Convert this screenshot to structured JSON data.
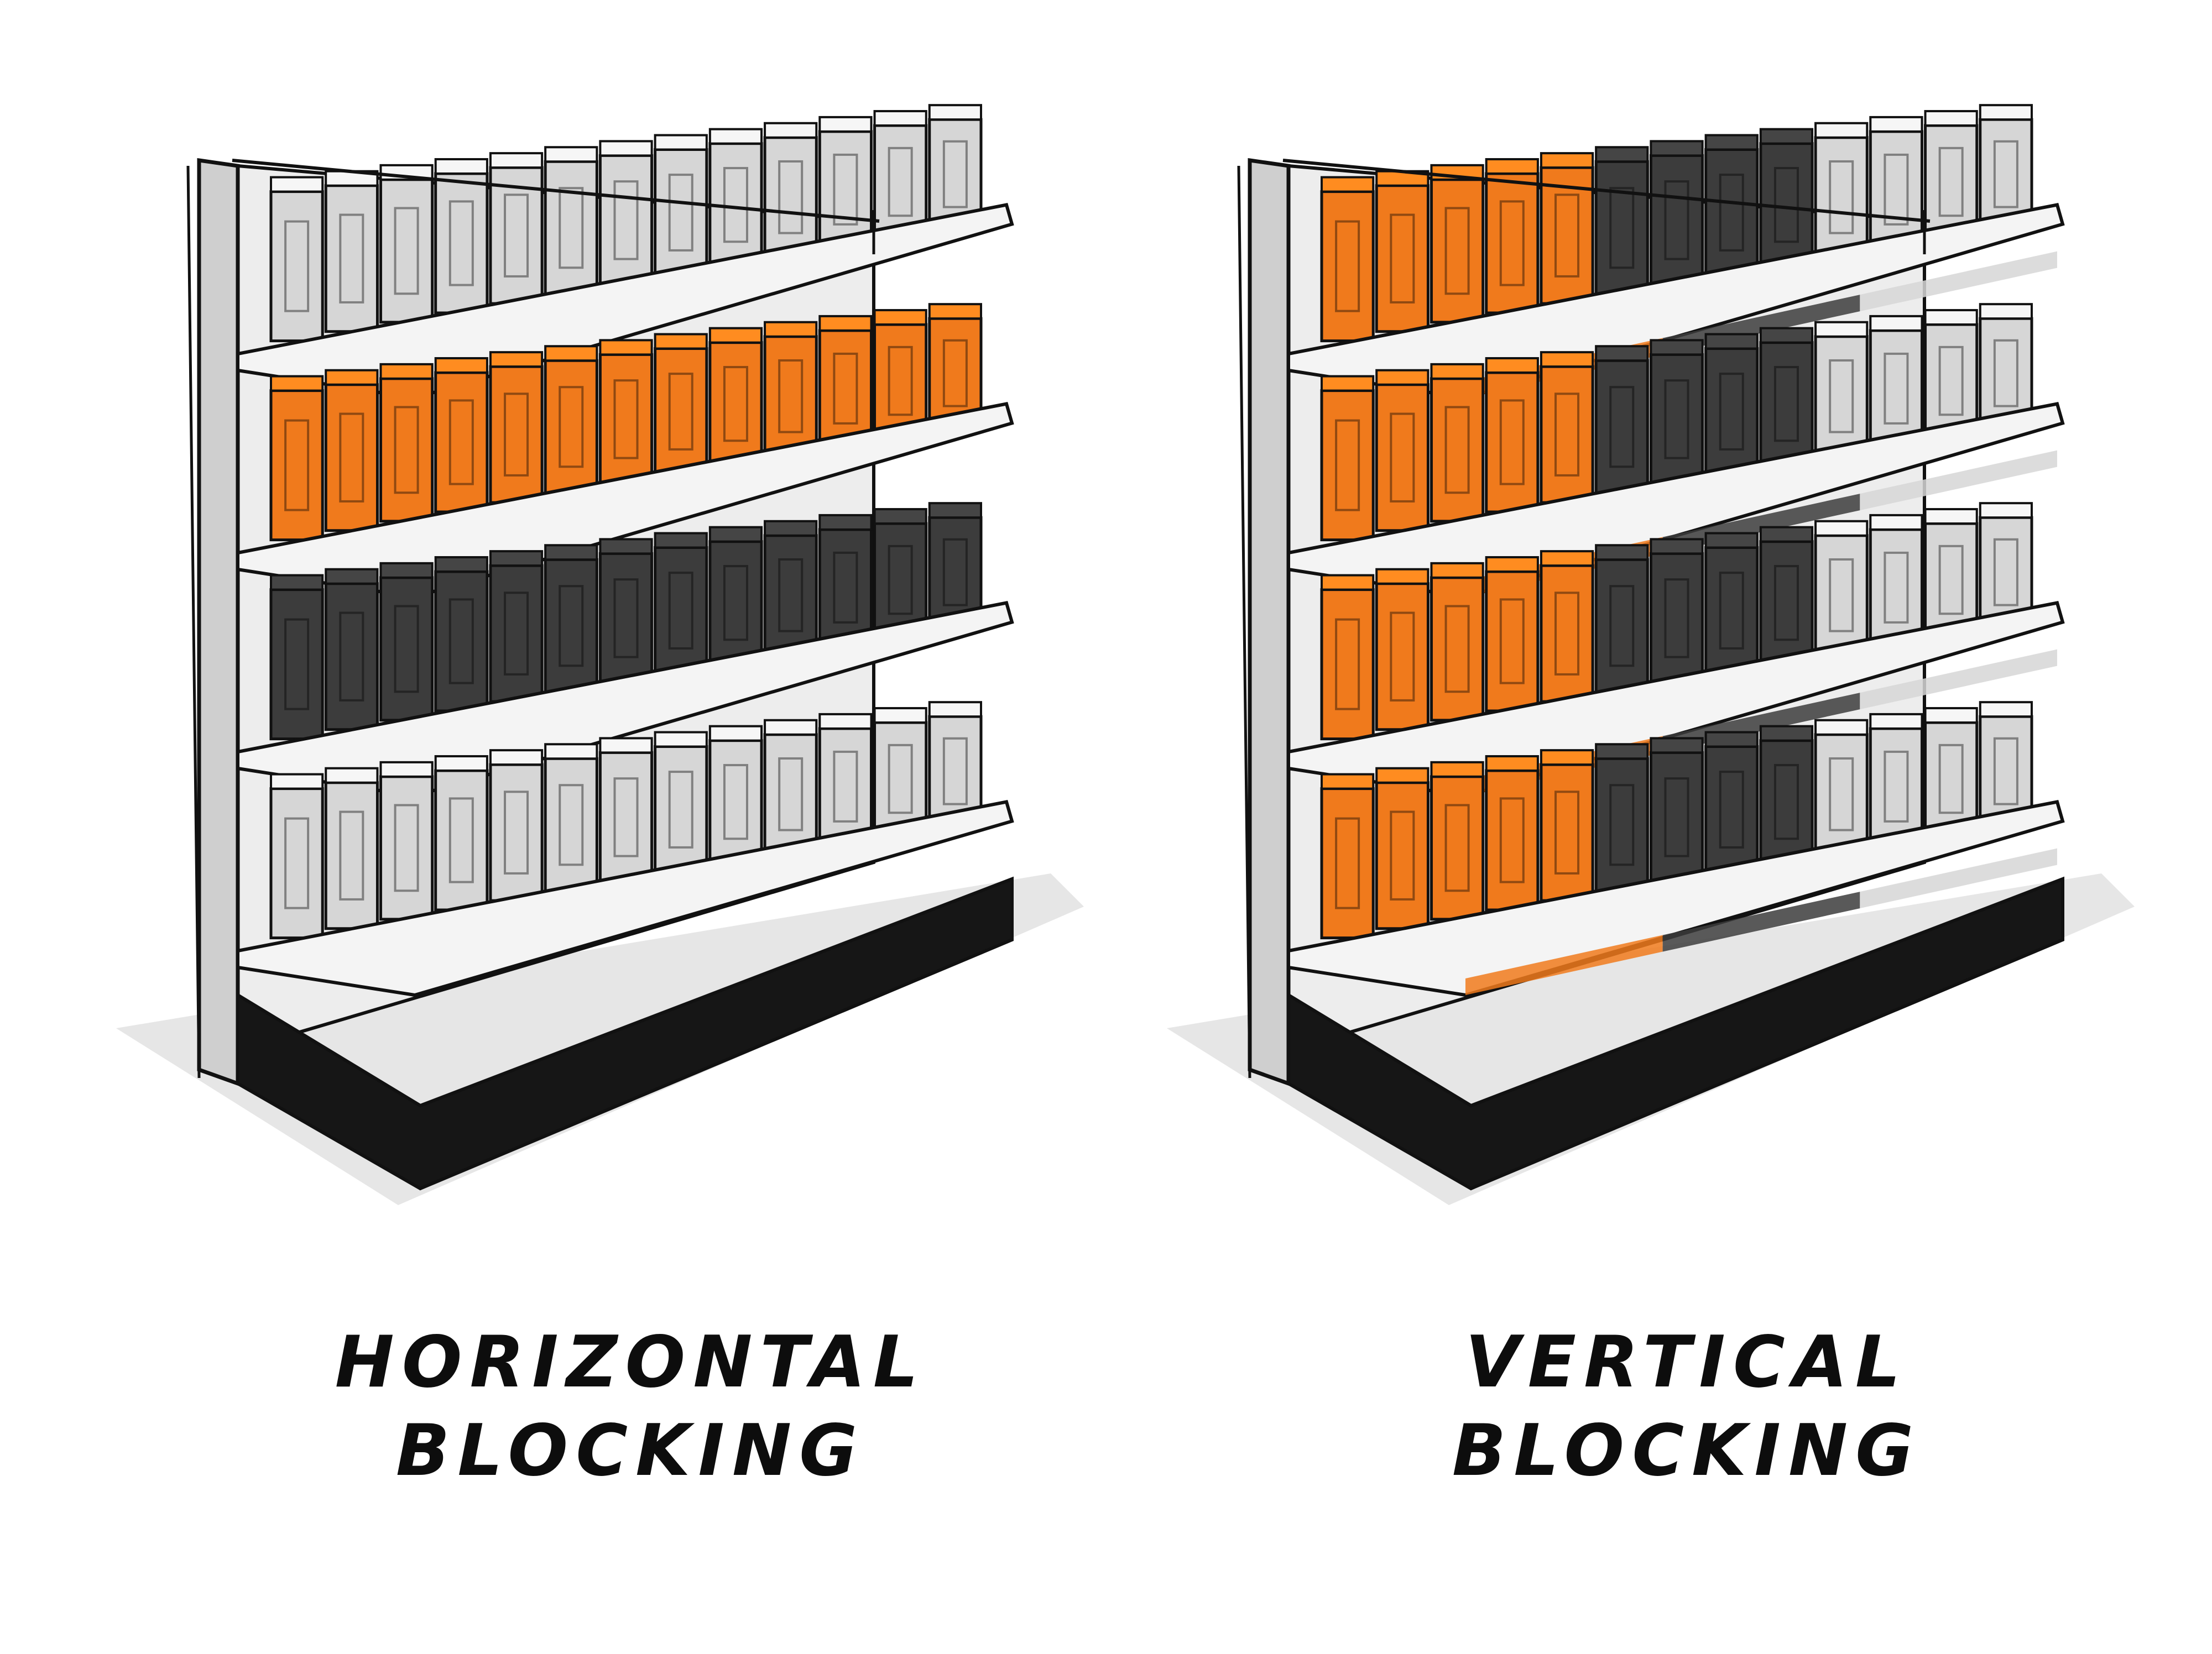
{
  "colors": {
    "orange": "#f07a1c",
    "dark": "#3c3c3c",
    "light": "#d6d6d6",
    "ink": "#111111",
    "shadow": "#dcdcdc",
    "background": "#ffffff"
  },
  "panels": [
    {
      "id": "horizontal",
      "caption_line1": "HORIZONTAL",
      "caption_line2": "BLOCKING",
      "shelf_rows": [
        [
          "light"
        ],
        [
          "orange"
        ],
        [
          "dark"
        ],
        [
          "light"
        ]
      ]
    },
    {
      "id": "vertical",
      "caption_line1": "VERTICAL",
      "caption_line2": "BLOCKING",
      "shelf_rows": [
        [
          "orange",
          "dark",
          "light"
        ],
        [
          "orange",
          "dark",
          "light"
        ],
        [
          "orange",
          "dark",
          "light"
        ],
        [
          "orange",
          "dark",
          "light"
        ]
      ]
    }
  ]
}
